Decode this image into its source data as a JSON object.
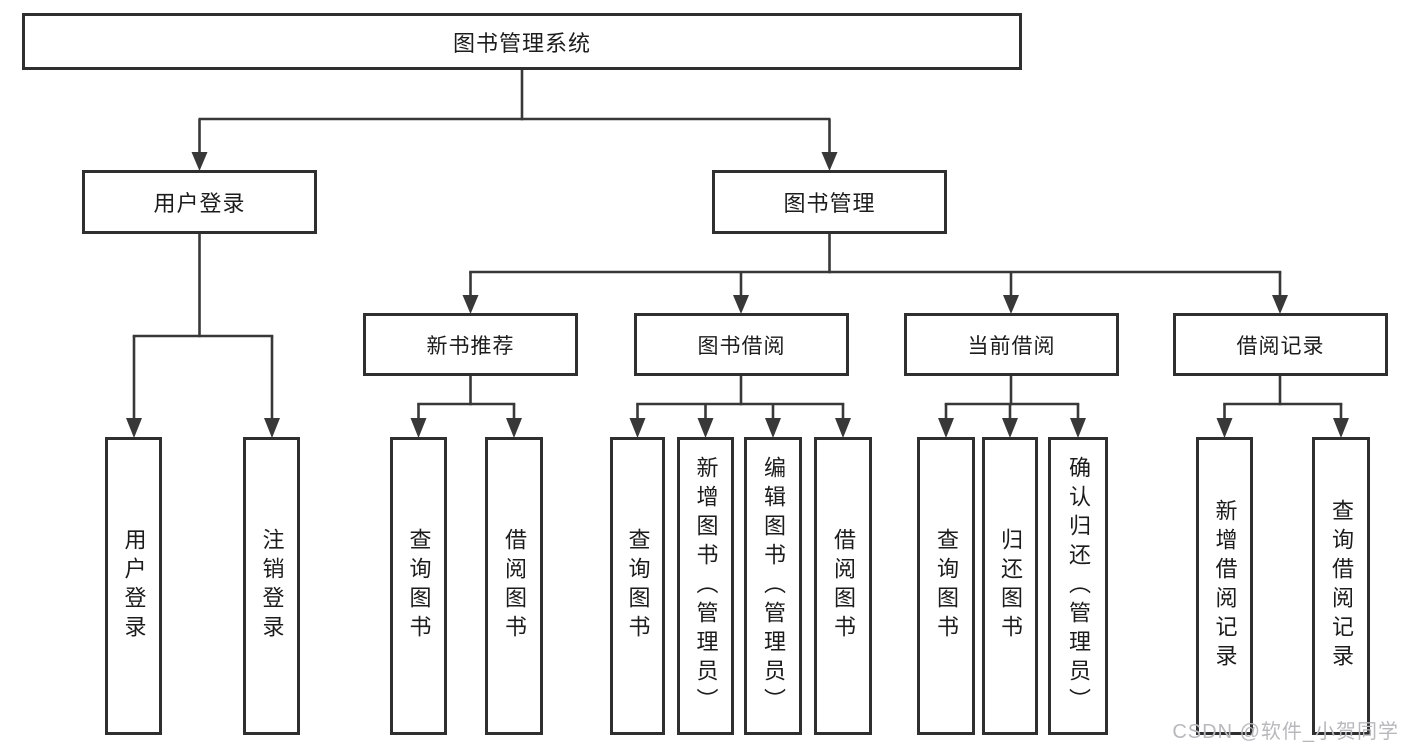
{
  "diagram": {
    "root": {
      "label": "图书管理系统"
    },
    "level2": [
      {
        "label": "用户登录"
      },
      {
        "label": "图书管理"
      }
    ],
    "level3": [
      {
        "label": "新书推荐"
      },
      {
        "label": "图书借阅"
      },
      {
        "label": "当前借阅"
      },
      {
        "label": "借阅记录"
      }
    ],
    "leaves_login": [
      {
        "label": "用户登录"
      },
      {
        "label": "注销登录"
      }
    ],
    "leaves_recommend": [
      {
        "label": "查询图书"
      },
      {
        "label": "借阅图书"
      }
    ],
    "leaves_borrow": [
      {
        "label": "查询图书"
      },
      {
        "label": "新增图书（管理员）"
      },
      {
        "label": "编辑图书（管理员）"
      },
      {
        "label": "借阅图书"
      }
    ],
    "leaves_current": [
      {
        "label": "查询图书"
      },
      {
        "label": "归还图书"
      },
      {
        "label": "确认归还（管理员）"
      }
    ],
    "leaves_record": [
      {
        "label": "新增借阅记录"
      },
      {
        "label": "查询借阅记录"
      }
    ]
  },
  "watermark": "CSDN @软件_小贺同学",
  "colors": {
    "box_border": "#2f2f2f",
    "connector": "#383838",
    "text": "#1c1c1c",
    "watermark": "#b9b9bd",
    "background": "#ffffff"
  }
}
